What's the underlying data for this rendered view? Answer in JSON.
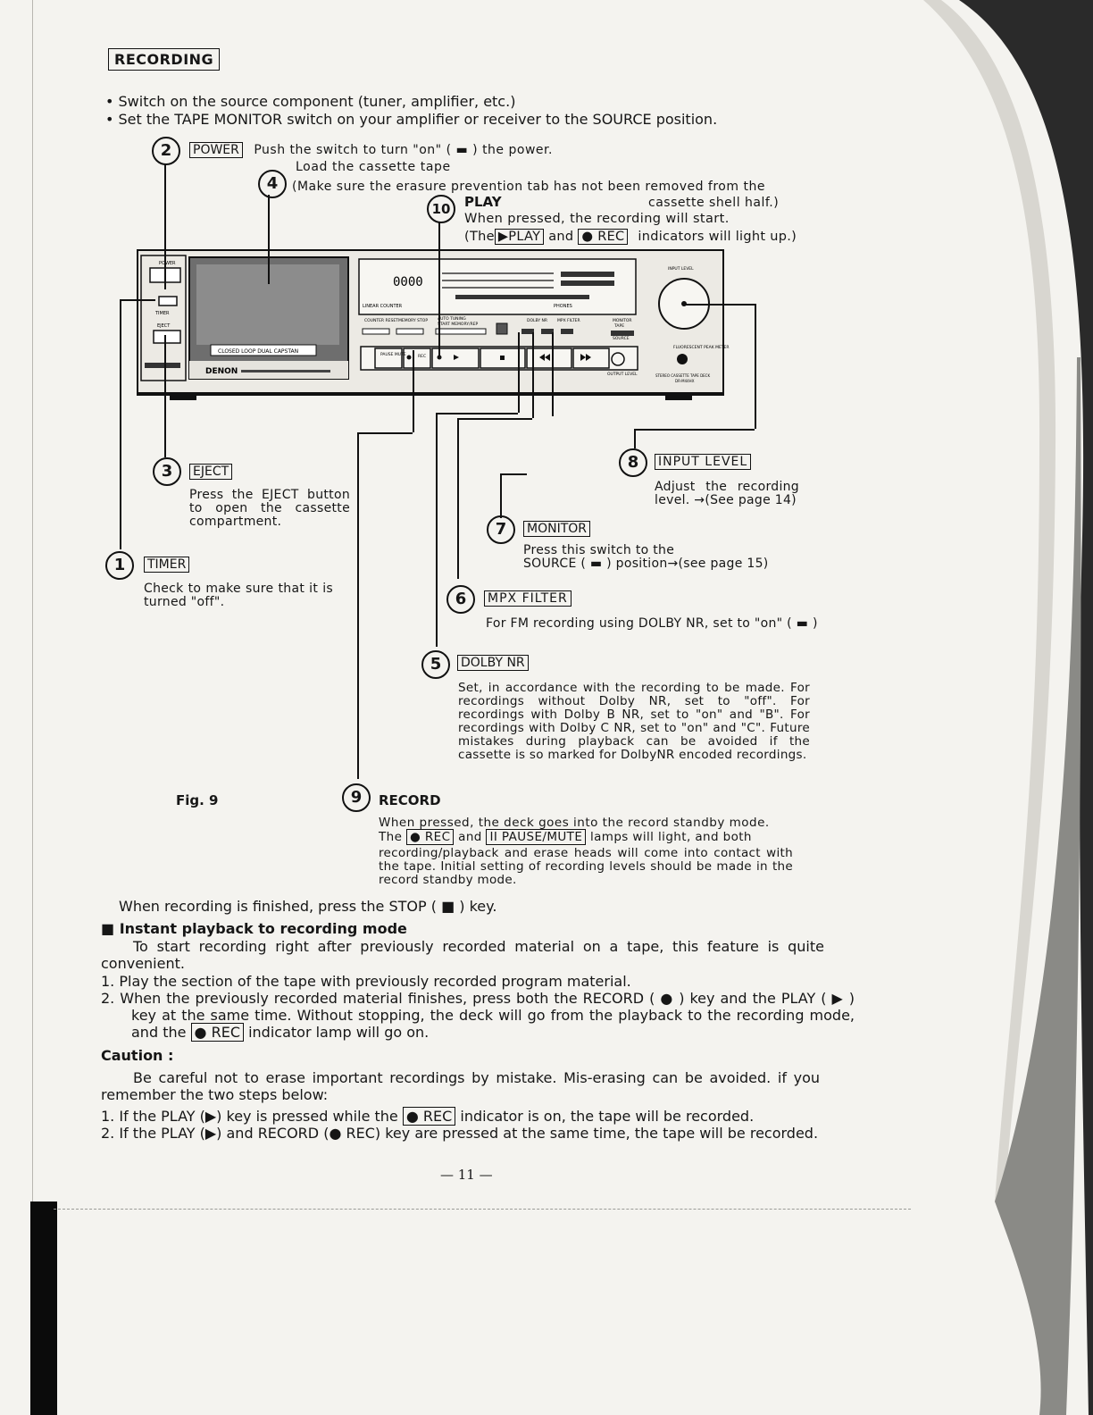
{
  "section_title": "RECORDING",
  "intro": [
    "• Switch on the source component (tuner, amplifier, etc.)",
    "• Set the TAPE MONITOR switch on your amplifier or receiver to the SOURCE position."
  ],
  "callouts": {
    "power": {
      "num": "2",
      "label": "POWER",
      "text": "Push the switch to turn \"on\" ( ▬ ) the power."
    },
    "cassette": {
      "num": "4",
      "line1": "Load the cassette tape",
      "line2": "(Make sure the erasure prevention tab has not been removed from the",
      "line3": "cassette shell half.)"
    },
    "play": {
      "num": "10",
      "title": "PLAY",
      "line1": "When pressed, the recording will start.",
      "pre": "(The",
      "box1": "▶PLAY",
      "mid": "and",
      "box2": "● REC",
      "post": "indicators will light up.)"
    },
    "eject": {
      "num": "3",
      "label": "EJECT",
      "text": "Press the EJECT button to open the cassette compartment."
    },
    "timer": {
      "num": "1",
      "label": "TIMER",
      "text": "Check to make sure that it is turned \"off\"."
    },
    "input_level": {
      "num": "8",
      "label": "INPUT LEVEL",
      "text": "Adjust the recording level. →(See page 14)"
    },
    "monitor": {
      "num": "7",
      "label": "MONITOR",
      "line1": "Press this switch to the",
      "line2": "SOURCE ( ▬ ) position→(see page 15)"
    },
    "mpx": {
      "num": "6",
      "label": "MPX FILTER",
      "text": "For FM recording using DOLBY NR, set to \"on\" ( ▬ )"
    },
    "dolby": {
      "num": "5",
      "label": "DOLBY NR",
      "text": "Set, in accordance with the recording to be made. For recordings without Dolby NR, set to \"off\". For recordings with Dolby B NR, set to \"on\" and \"B\". For recordings with Dolby C NR, set to \"on\" and \"C\". Future mistakes during playback can be avoided if the cassette is so marked for DolbyNR encoded recordings."
    },
    "record": {
      "num": "9",
      "title": "RECORD",
      "l1": "When pressed, the deck goes into the record standby mode.",
      "l2a": "The",
      "box1": "● REC",
      "l2b": "and",
      "box2": "II PAUSE/MUTE",
      "l2c": "lamps will light, and both",
      "l3": "recording/playback and erase heads will come into contact with the tape. Initial setting of recording levels should be made in the record standby mode."
    }
  },
  "figure_label": "Fig. 9",
  "deck": {
    "brand": "DENON",
    "window_label": "CLOSED LOOP DUAL CAPSTAN",
    "counter": "0000",
    "small_labels": [
      "POWER",
      "TIMER",
      "EJECT",
      "LINEAR COUNTER",
      "COUNTER RESET",
      "MEMORY STOP",
      "AUTO TUNING",
      "START MEMORY/REP",
      "DOLBY NR",
      "MPX FILTER",
      "MONITOR",
      "TAPE",
      "SOURCE",
      "FLUORESCENT PEAK METER",
      "INPUT LEVEL",
      "PHONES",
      "OUTPUT LEVEL",
      "STEREO CASSETTE TAPE DECK",
      "DR-M44HX",
      "PAUSE MUTE",
      "REC"
    ]
  },
  "finish_text": "When recording is finished, press the STOP ( ■ ) key.",
  "instant": {
    "heading": "■ Instant playback to recording mode",
    "para": "To start recording right after previously recorded material on a tape, this feature is quite convenient.",
    "step1": "1.  Play the section of the tape with previously recorded program material.",
    "step2a": "2.  When the previously recorded material finishes, press both the RECORD ( ● ) key and the PLAY ( ▶ ) key at the same time. Without stopping, the deck will go from the playback to the recording mode, and the",
    "step2box": "● REC",
    "step2b": "indicator lamp will go on."
  },
  "caution": {
    "heading": "Caution :",
    "para": "Be careful not to erase important recordings by mistake. Mis-erasing can be avoided. if you remember the two steps below:",
    "s1a": "1.  If the PLAY (▶) key is pressed while the",
    "s1box": "● REC",
    "s1b": "indicator is on, the tape will be recorded.",
    "s2": "2.  If the PLAY (▶) and RECORD (● REC) key are pressed at the same time, the tape will be recorded."
  },
  "page_number": "— 11 —"
}
